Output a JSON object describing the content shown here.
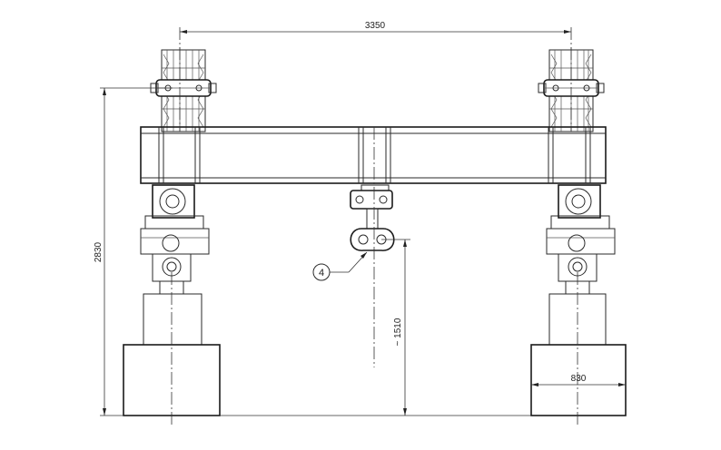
{
  "dimensions": {
    "span": "3350",
    "height": "2830",
    "hook_height": "~ 1510",
    "base_width": "830"
  },
  "callouts": {
    "hook_label": "4"
  }
}
